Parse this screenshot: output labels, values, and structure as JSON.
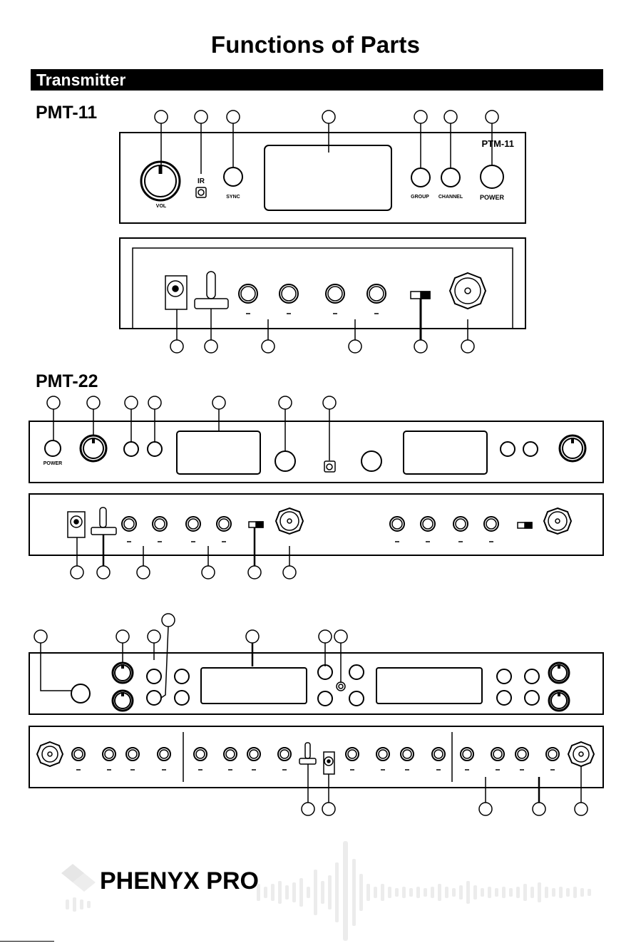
{
  "page": {
    "title": "Functions of Parts",
    "section": "Transmitter"
  },
  "pmt11": {
    "model": "PMT-11",
    "front_panel": {
      "badge": "PTM-11",
      "labels": {
        "vol": "VOL",
        "ir": "IR",
        "sync": "SYNC",
        "group": "GROUP",
        "channel": "CHANNEL",
        "power": "POWER"
      }
    }
  },
  "pmt22": {
    "model": "PMT-22",
    "front_panel": {
      "labels": {
        "power": "POWER"
      }
    }
  },
  "watermark": {
    "brand": "PHENYX PRO"
  }
}
